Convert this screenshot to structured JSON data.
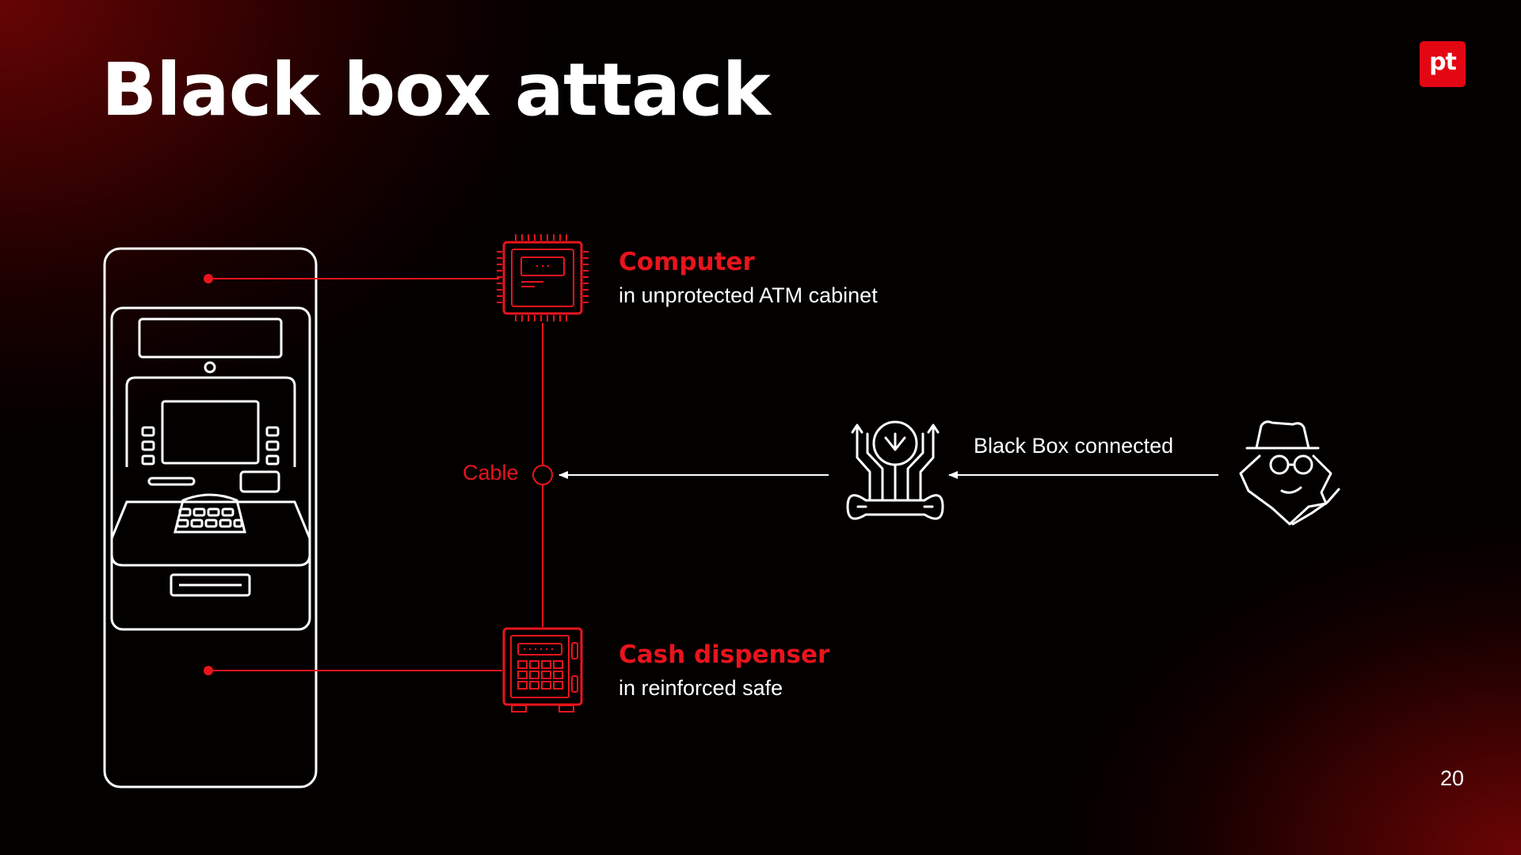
{
  "slide": {
    "title": "Black box attack",
    "logo": "pt",
    "page_number": "20"
  },
  "nodes": {
    "computer": {
      "title": "Computer",
      "subtitle": "in unprotected ATM cabinet",
      "icon": "cpu-chip-icon"
    },
    "cash_dispenser": {
      "title": "Cash dispenser",
      "subtitle": "in reinforced safe",
      "icon": "safe-icon"
    },
    "cable": {
      "label": "Cable"
    },
    "black_box": {
      "label": "Black Box connected",
      "icon": "black-box-tool-icon"
    },
    "attacker": {
      "icon": "spy-hacker-icon"
    },
    "atm": {
      "icon": "atm-machine-icon"
    }
  },
  "colors": {
    "accent_red": "#e8141c",
    "line_white": "#ffffff",
    "background": "#030000"
  }
}
